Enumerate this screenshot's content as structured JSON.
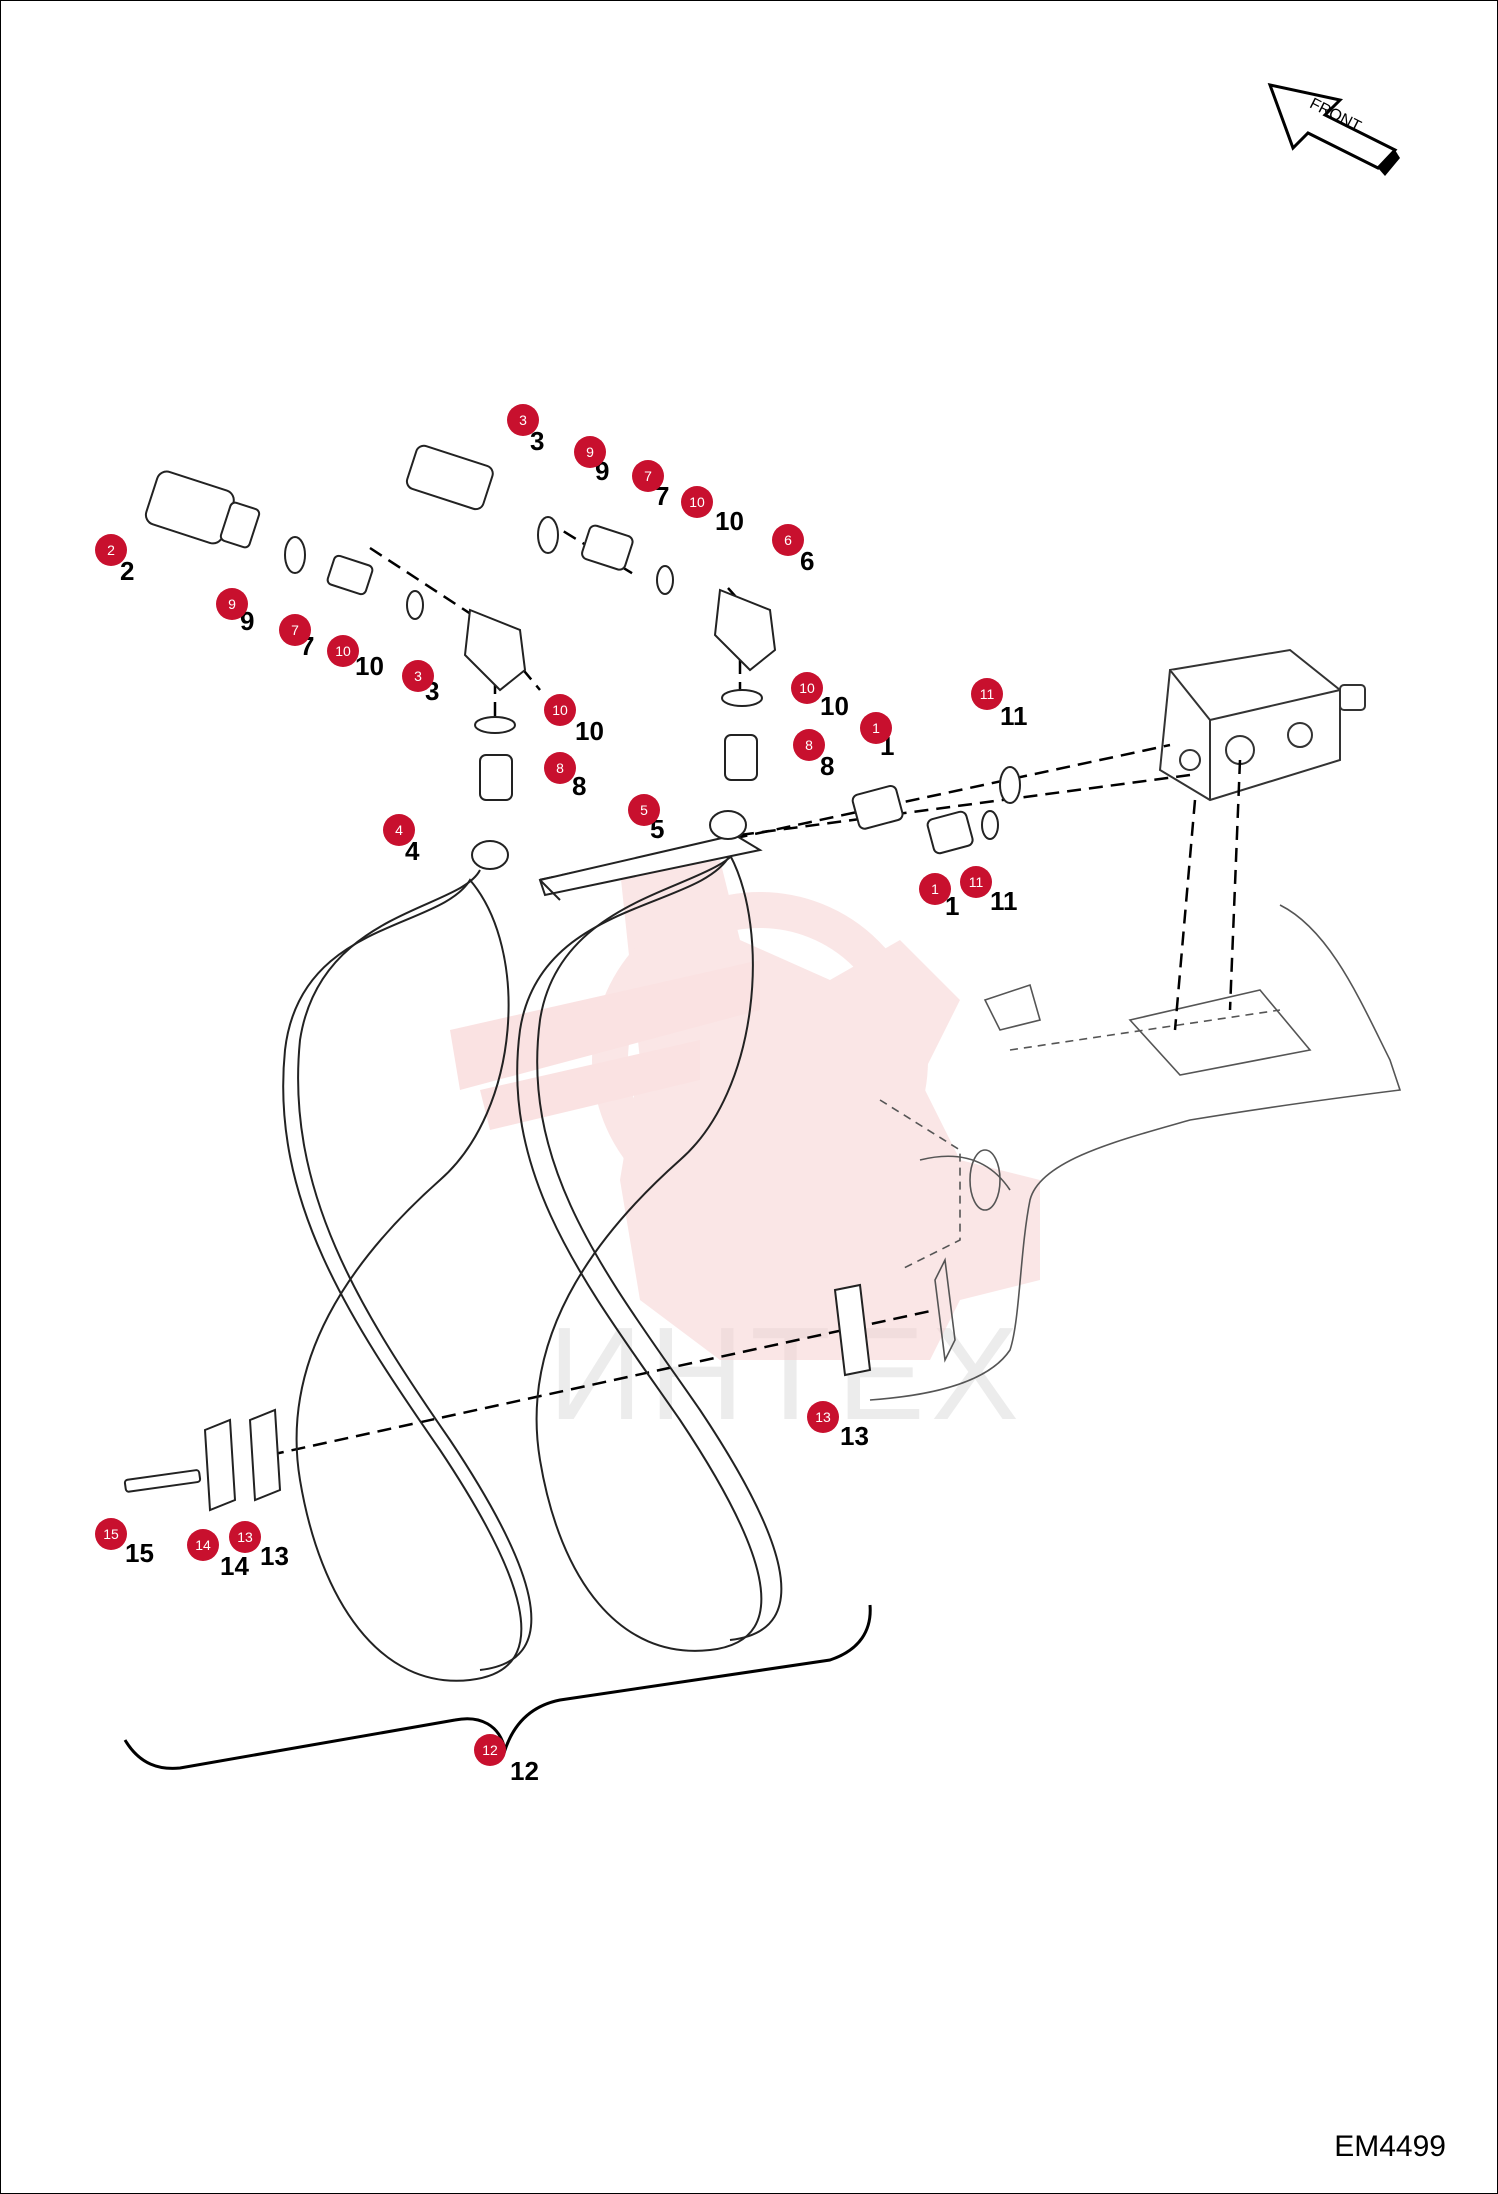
{
  "drawing_code": "EM4499",
  "front_label": "FRONT",
  "watermark_text": "ИНТЕХ",
  "callouts": [
    {
      "num": "3",
      "label": "3"
    },
    {
      "num": "9",
      "label": "9"
    },
    {
      "num": "7",
      "label": "7"
    },
    {
      "num": "10",
      "label": "10"
    },
    {
      "num": "6",
      "label": "6"
    },
    {
      "num": "2",
      "label": "2"
    },
    {
      "num": "9",
      "label": "9"
    },
    {
      "num": "7",
      "label": "7"
    },
    {
      "num": "10",
      "label": "10"
    },
    {
      "num": "3",
      "label": "3"
    },
    {
      "num": "10",
      "label": "10"
    },
    {
      "num": "10",
      "label": "10"
    },
    {
      "num": "8",
      "label": "8"
    },
    {
      "num": "8",
      "label": "8"
    },
    {
      "num": "1",
      "label": "1"
    },
    {
      "num": "11",
      "label": "11"
    },
    {
      "num": "4",
      "label": "4"
    },
    {
      "num": "5",
      "label": "5"
    },
    {
      "num": "1",
      "label": "1"
    },
    {
      "num": "11",
      "label": "11"
    },
    {
      "num": "13",
      "label": "13"
    },
    {
      "num": "15",
      "label": "15"
    },
    {
      "num": "14",
      "label": "14"
    },
    {
      "num": "13",
      "label": "13"
    },
    {
      "num": "12",
      "label": "12"
    }
  ],
  "colors": {
    "callout_fill": "#c8102e",
    "line": "#000000",
    "watermark": "#f4c8c8"
  }
}
